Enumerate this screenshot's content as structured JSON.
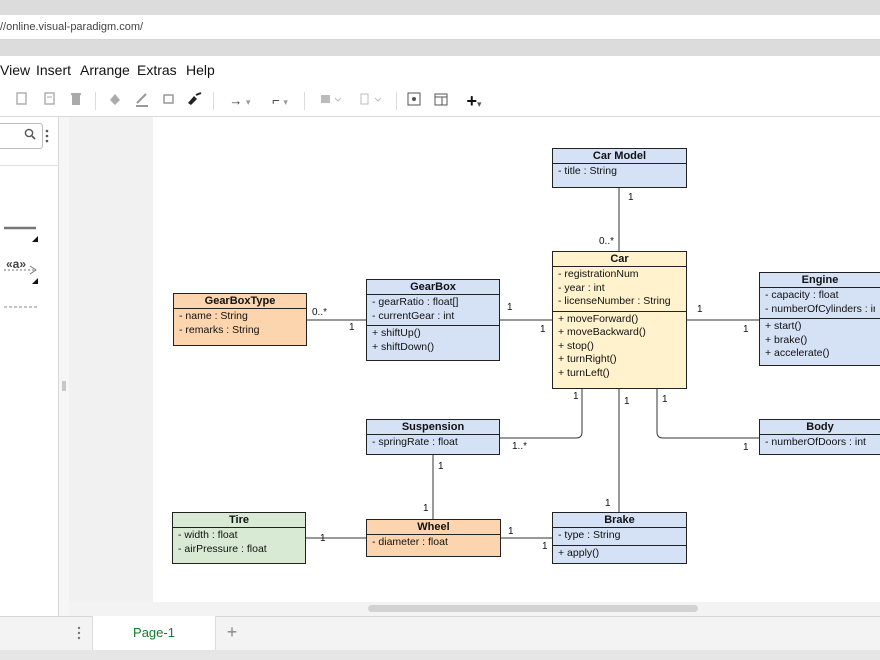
{
  "browser": {
    "url": "//online.visual-paradigm.com/"
  },
  "menu": {
    "items": [
      "View",
      "Insert",
      "Arrange",
      "Extras",
      "Help"
    ]
  },
  "toolbar": {
    "arrow_label": "→",
    "elbow_label": "⌐",
    "plus_label": "+",
    "caret": "▾"
  },
  "bottom": {
    "page_tab": "Page-1",
    "add_page": "+"
  },
  "diagram": {
    "classes": {
      "car_model": {
        "name": "Car Model",
        "attributes": [
          "- title : String"
        ],
        "operations": []
      },
      "car": {
        "name": "Car",
        "attributes": [
          "- registrationNum",
          "- year : int",
          "- licenseNumber : String"
        ],
        "operations": [
          "+ moveForward()",
          "+ moveBackward()",
          "+ stop()",
          "+ turnRight()",
          "+ turnLeft()"
        ]
      },
      "gearbox": {
        "name": "GearBox",
        "attributes": [
          "- gearRatio : float[]",
          "- currentGear : int"
        ],
        "operations": [
          "+ shiftUp()",
          "+ shiftDown()"
        ]
      },
      "gearbox_type": {
        "name": "GearBoxType",
        "attributes": [
          "- name : String",
          "- remarks : String"
        ],
        "operations": []
      },
      "engine": {
        "name": "Engine",
        "attributes": [
          "- capacity : float",
          "- numberOfCylinders : int"
        ],
        "operations": [
          "+ start()",
          "+ brake()",
          "+ accelerate()"
        ]
      },
      "suspension": {
        "name": "Suspension",
        "attributes": [
          "- springRate : float"
        ],
        "operations": []
      },
      "body": {
        "name": "Body",
        "attributes": [
          "- numberOfDoors : int"
        ],
        "operations": []
      },
      "tire": {
        "name": "Tire",
        "attributes": [
          "- width : float",
          "- airPressure : float"
        ],
        "operations": []
      },
      "wheel": {
        "name": "Wheel",
        "attributes": [
          "- diameter : float"
        ],
        "operations": []
      },
      "brake": {
        "name": "Brake",
        "attributes": [
          "- type : String"
        ],
        "operations": [
          "+ apply()"
        ]
      }
    },
    "multiplicities": {
      "carmodel_car_top": "1",
      "carmodel_car_bottom": "0..*",
      "gbtype_gb_left": "0..*",
      "gbtype_gb_right": "1",
      "gb_car_left": "1",
      "gb_car_right": "1",
      "car_engine_left": "1",
      "car_engine_right": "1",
      "car_susp_car": "1",
      "car_susp_susp": "1..*",
      "car_brake_car": "1",
      "car_brake_brake": "1",
      "car_body_car": "1",
      "car_body_body": "1",
      "susp_wheel_susp": "1",
      "susp_wheel_wheel": "1",
      "tire_wheel": "1",
      "wheel_brake_wheel": "1",
      "wheel_brake_brake": "1"
    }
  },
  "colors": {
    "blue": "#d5e1f5",
    "yellow": "#fff2cc",
    "orange": "#fcd4ad",
    "green": "#d8ead4",
    "tab_text": "#157a2b"
  }
}
